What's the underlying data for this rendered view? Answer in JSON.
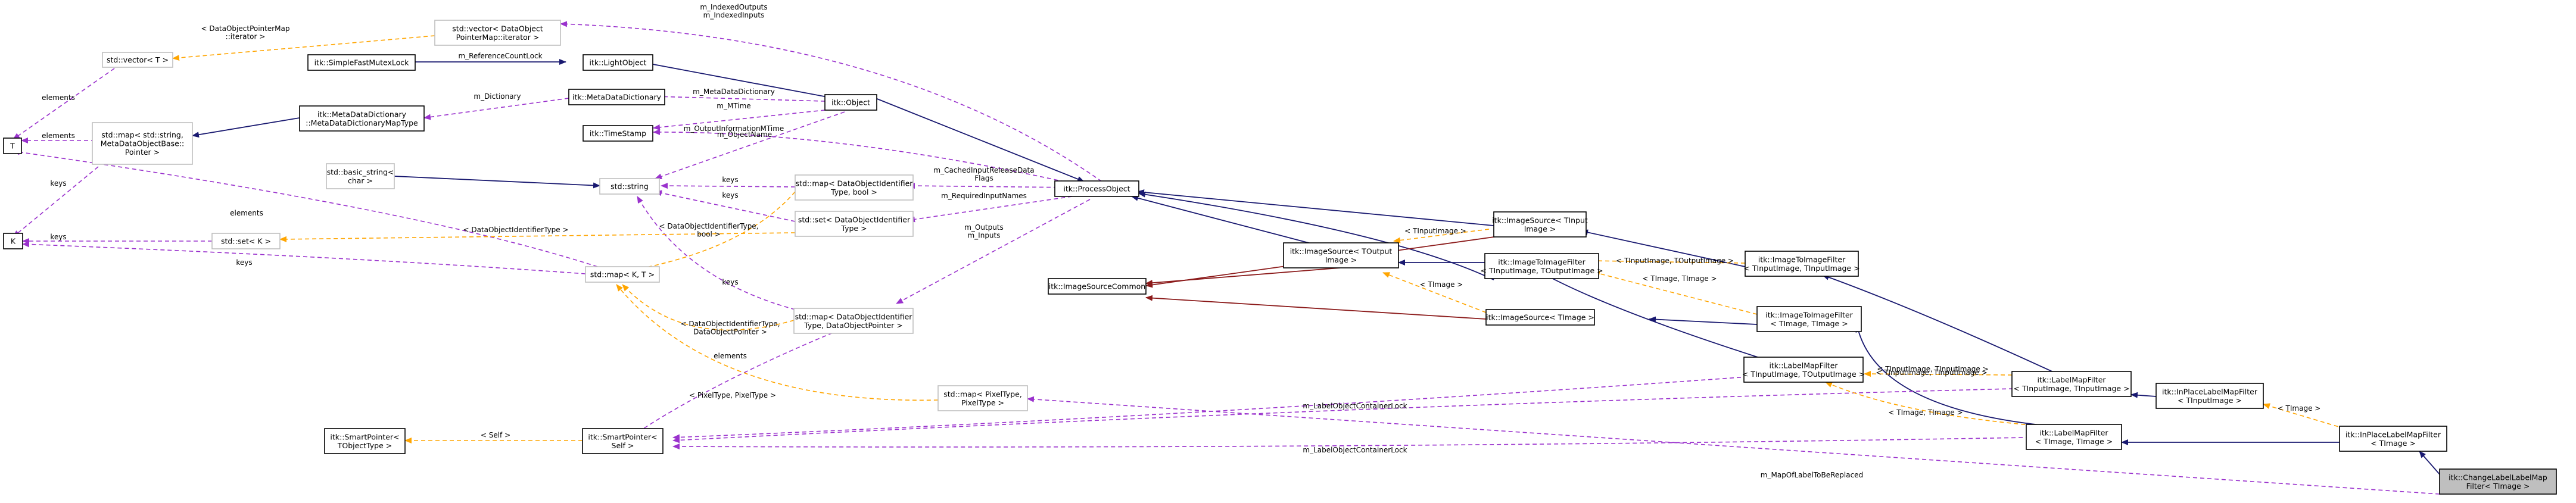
{
  "colors": {
    "inheritance": "#191970",
    "private_inheritance": "#8b1a1a",
    "member": "#9a32cd",
    "template": "#ffa500",
    "ghost_border": "#bfbfbf",
    "focus_fill": "#bfbfbf"
  },
  "nodes": {
    "T": [
      "T"
    ],
    "K": [
      "K"
    ],
    "vector_T": [
      "std::vector< T >"
    ],
    "simple_fast_mutex_lock": [
      "itk::SimpleFastMutexLock"
    ],
    "meta_data_dictionary_map_type": [
      "itk::MetaDataDictionary",
      "::MetaDataDictionaryMapType"
    ],
    "map_string_metadata": [
      "std::map< std::string,",
      "MetaDataObjectBase::",
      "Pointer >"
    ],
    "vector_dataobject_iterator": [
      "std::vector< DataObject",
      "PointerMap::iterator >"
    ],
    "light_object": [
      "itk::LightObject"
    ],
    "meta_data_dictionary": [
      "itk::MetaDataDictionary"
    ],
    "time_stamp": [
      "itk::TimeStamp"
    ],
    "object": [
      "itk::Object"
    ],
    "basic_string": [
      "std::basic_string<",
      "char >"
    ],
    "std_string": [
      "std::string"
    ],
    "set_K": [
      "std::set< K >"
    ],
    "map_K_T": [
      "std::map< K, T >"
    ],
    "map_dataobject_bool": [
      "std::map< DataObjectIdentifier",
      "Type, bool >"
    ],
    "set_dataobject": [
      "std::set< DataObjectIdentifier",
      "Type >"
    ],
    "map_dataobject_pointer": [
      "std::map< DataObjectIdentifier",
      "Type, DataObjectPointer >"
    ],
    "process_object": [
      "itk::ProcessObject"
    ],
    "image_source_common": [
      "itk::ImageSourceCommon"
    ],
    "image_source_toutput": [
      "itk::ImageSource< TOutput",
      "Image >"
    ],
    "image_source_tinput": [
      "itk::ImageSource< TInput",
      "Image >"
    ],
    "image_to_image_filter_tin_tout": [
      "itk::ImageToImageFilter",
      "< TInputImage, TOutputImage >"
    ],
    "image_source_timage": [
      "itk::ImageSource< TImage >"
    ],
    "image_to_image_filter_tin_tin": [
      "itk::ImageToImageFilter",
      "< TInputImage, TInputImage >"
    ],
    "image_to_image_filter_timage": [
      "itk::ImageToImageFilter",
      "< TImage, TImage >"
    ],
    "label_map_filter_tin_tout": [
      "itk::LabelMapFilter",
      "< TInputImage, TOutputImage >"
    ],
    "label_map_filter_tin_tin": [
      "itk::LabelMapFilter",
      "< TInputImage, TInputImage >"
    ],
    "label_map_filter_timage": [
      "itk::LabelMapFilter",
      "< TImage, TImage >"
    ],
    "map_pixeltype": [
      "std::map< PixelType,",
      "PixelType >"
    ],
    "smart_pointer_tobject": [
      "itk::SmartPointer<",
      "TObjectType >"
    ],
    "smart_pointer_self": [
      "itk::SmartPointer<",
      "Self >"
    ],
    "in_place_label_map_filter_tin": [
      "itk::InPlaceLabelMapFilter",
      "< TInputImage >"
    ],
    "in_place_label_map_filter_timage": [
      "itk::InPlaceLabelMapFilter",
      "< TImage >"
    ],
    "change_label_label_map_filter": [
      "itk::ChangeLabelLabelMap",
      "Filter< TImage >"
    ]
  },
  "edge_labels": {
    "dataobject_pointer_map_iterator": [
      "< DataObjectPointerMap",
      "::iterator >"
    ],
    "elements_1": [
      "elements"
    ],
    "elements_2": [
      "elements"
    ],
    "elements_3": [
      "elements"
    ],
    "elements_4": [
      "elements"
    ],
    "keys_1": [
      "keys"
    ],
    "keys_2": [
      "keys"
    ],
    "keys_3": [
      "keys"
    ],
    "keys_4": [
      "keys"
    ],
    "keys_5": [
      "keys"
    ],
    "keys_6": [
      "keys"
    ],
    "m_reference_count_lock": [
      "m_ReferenceCountLock"
    ],
    "m_dictionary": [
      "m_Dictionary"
    ],
    "m_meta_data_dictionary": [
      "m_MetaDataDictionary"
    ],
    "m_mtime": [
      "m_MTime"
    ],
    "m_output_information_mtime": [
      "m_OutputInformationMTime"
    ],
    "m_object_name": [
      "m_ObjectName"
    ],
    "m_indexed_outputs_inputs": [
      "m_IndexedOutputs",
      "m_IndexedInputs"
    ],
    "m_cached_input_release": [
      "m_CachedInputReleaseData",
      "Flags"
    ],
    "m_required_input_names": [
      "m_RequiredInputNames"
    ],
    "m_outputs_inputs": [
      "m_Outputs",
      "m_Inputs"
    ],
    "dataobjectidentifiertype_bool": [
      "< DataObjectIdentifierType,",
      "bool >"
    ],
    "dataobjectidentifiertype": [
      "< DataObjectIdentifierType >"
    ],
    "dataobjectidentifiertype_pointer": [
      "< DataObjectIdentifierType,",
      "DataObjectPointer >"
    ],
    "tinputimage_1": [
      "< TInputImage >"
    ],
    "timage_1": [
      "< TImage >"
    ],
    "tinput_toutput": [
      "< TInputImage, TOutputImage >"
    ],
    "timage_timage_1": [
      "< TImage, TImage >"
    ],
    "tinput_tinput_1": [
      "< TInputImage, TInputImage >"
    ],
    "timage_timage_2": [
      "< TImage, TImage >"
    ],
    "tinput_tinput_2": [
      "< TInputImage, TInputImage >"
    ],
    "timage_2": [
      "< TImage >"
    ],
    "pixel_pixel": [
      "< PixelType, PixelType >"
    ],
    "self": [
      "< Self >"
    ],
    "m_label_object_container_lock_1": [
      "m_LabelObjectContainerLock"
    ],
    "m_label_object_container_lock_2": [
      "m_LabelObjectContainerLock"
    ],
    "m_map_of_label_to_be_replaced": [
      "m_MapOfLabelToBeReplaced"
    ]
  }
}
